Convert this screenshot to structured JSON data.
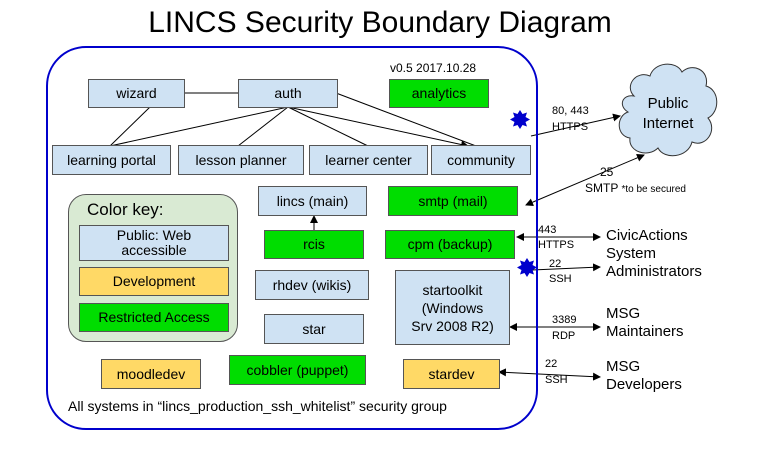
{
  "title": "LINCS Security Boundary Diagram",
  "version": "v0.5 2017.10.28",
  "footer": "All systems in “lincs_production_ssh_whitelist” security group",
  "nodes": {
    "wizard": "wizard",
    "auth": "auth",
    "analytics": "analytics",
    "learning_portal": "learning portal",
    "lesson_planner": "lesson planner",
    "learner_center": "learner center",
    "community": "community",
    "lincs_main": "lincs (main)",
    "smtp": "smtp (mail)",
    "rcis": "rcis",
    "cpm": "cpm (backup)",
    "rhdev": "rhdev (wikis)",
    "startoolkit": [
      "startoolkit",
      "(Windows",
      "Srv 2008 R2)"
    ],
    "star": "star",
    "moodledev": "moodledev",
    "cobbler": "cobbler (puppet)",
    "stardev": "stardev"
  },
  "legend": {
    "title": "Color key:",
    "public": [
      "Public: Web",
      "accessible"
    ],
    "development": "Development",
    "restricted": "Restricted Access"
  },
  "colors": {
    "public": "#cfe2f3",
    "development": "#ffd966",
    "restricted": "#00dd00",
    "boundary": "#0000cc",
    "legend_bg": "#d9ead3",
    "cloud": "#cfe2f3"
  },
  "internet": [
    "Public",
    "Internet"
  ],
  "connections": {
    "https_port": "80, 443",
    "https_proto": "HTTPS",
    "smtp_port": "25",
    "smtp_proto": "SMTP",
    "smtp_note": "*to be secured",
    "civic_port": "443",
    "civic_proto": "HTTPS",
    "civic_ssh_port": "22",
    "civic_ssh_proto": "SSH",
    "rdp_port": "3389",
    "rdp_proto": "RDP",
    "dev_port": "22",
    "dev_proto": "SSH"
  },
  "external": {
    "civicactions": [
      "CivicActions",
      "System",
      "Administrators"
    ],
    "msg_maintainers": [
      "MSG",
      "Maintainers"
    ],
    "msg_developers": [
      "MSG",
      "Developers"
    ]
  }
}
